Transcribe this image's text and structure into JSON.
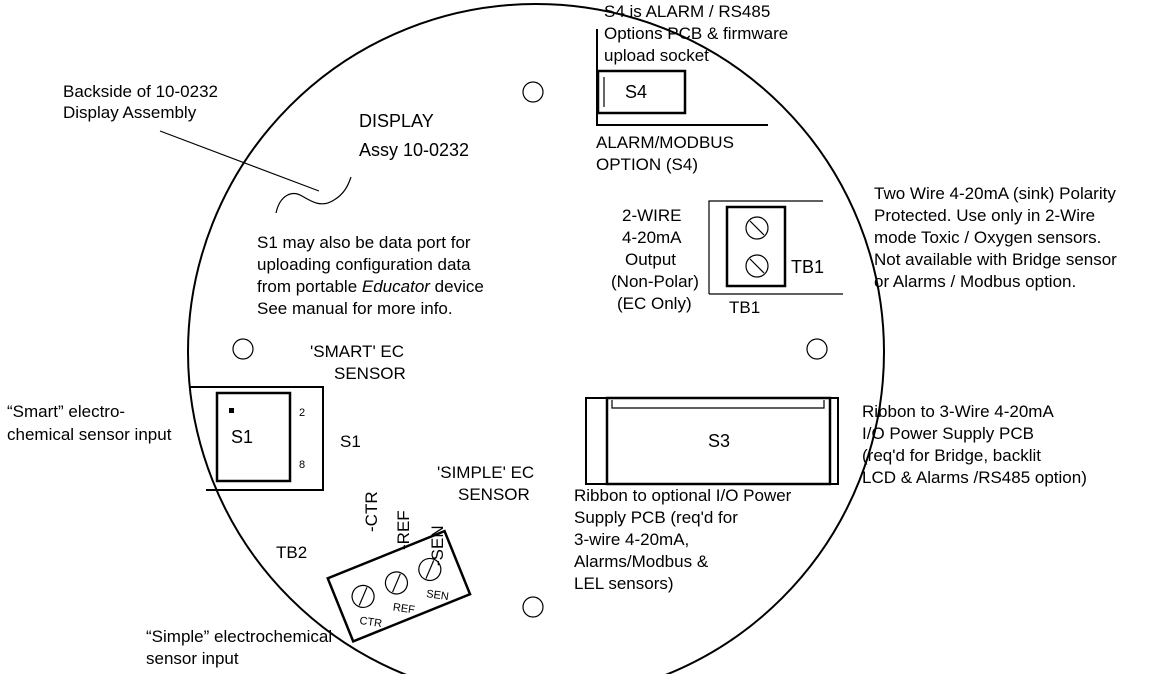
{
  "labels": {
    "backside_1": "Backside of 10-0232",
    "backside_2": "Display Assembly",
    "display_1": "DISPLAY",
    "display_2": "Assy 10-0232",
    "s4_desc_1": "S4 is ALARM / RS485",
    "s4_desc_2": "Options PCB & firmware",
    "s4_desc_3": "upload socket",
    "s4": "S4",
    "alarm_1": "ALARM/MODBUS",
    "alarm_2": "OPTION (S4)",
    "two_wire_1": "2-WIRE",
    "two_wire_2": "4-20mA",
    "two_wire_3": "Output",
    "two_wire_4": "(Non-Polar)",
    "two_wire_5": "(EC Only)",
    "tb1_right": "TB1",
    "tb1_bottom": "TB1",
    "tw_desc_1": "Two Wire 4-20mA (sink) Polarity",
    "tw_desc_2": "Protected. Use only in 2-Wire",
    "tw_desc_3": "mode Toxic / Oxygen sensors.",
    "tw_desc_4": "Not available with Bridge sensor",
    "tw_desc_5": "or Alarms / Modbus option.",
    "s1_port_1": "S1 may also be data port for",
    "s1_port_2": "uploading configuration data",
    "s1_port_3_pre": "from portable ",
    "s1_port_3_em": "Educator",
    "s1_port_3_post": " device",
    "s1_port_4": "See manual for more info.",
    "smart_ec_1": "'SMART' EC",
    "smart_ec_2": "SENSOR",
    "smart_in_1": "“Smart” electro-",
    "smart_in_2": "chemical sensor input",
    "s1": "S1",
    "s1_side": "S1",
    "pin_2": "2",
    "pin_8": "8",
    "s3": "S3",
    "ribbon3_1": "Ribbon to 3-Wire 4-20mA",
    "ribbon3_2": "I/O Power Supply PCB",
    "ribbon3_3": "(req'd for Bridge, backlit",
    "ribbon3_4": "LCD & Alarms /RS485 option)",
    "simple_ec_1": "'SIMPLE' EC",
    "simple_ec_2": "SENSOR",
    "ctr_lead": "-CTR",
    "ref_lead": "-REF",
    "sen_lead": "-SEN",
    "tb2": "TB2",
    "ctr": "CTR",
    "ref": "REF",
    "sen": "SEN",
    "ribbon_opt_1": "Ribbon to optional I/O Power",
    "ribbon_opt_2": "Supply PCB (req'd for",
    "ribbon_opt_3": "3-wire 4-20mA,",
    "ribbon_opt_4": "Alarms/Modbus &",
    "ribbon_opt_5": "LEL sensors)",
    "simple_in_1": "“Simple” electrochemical",
    "simple_in_2": "sensor input"
  }
}
